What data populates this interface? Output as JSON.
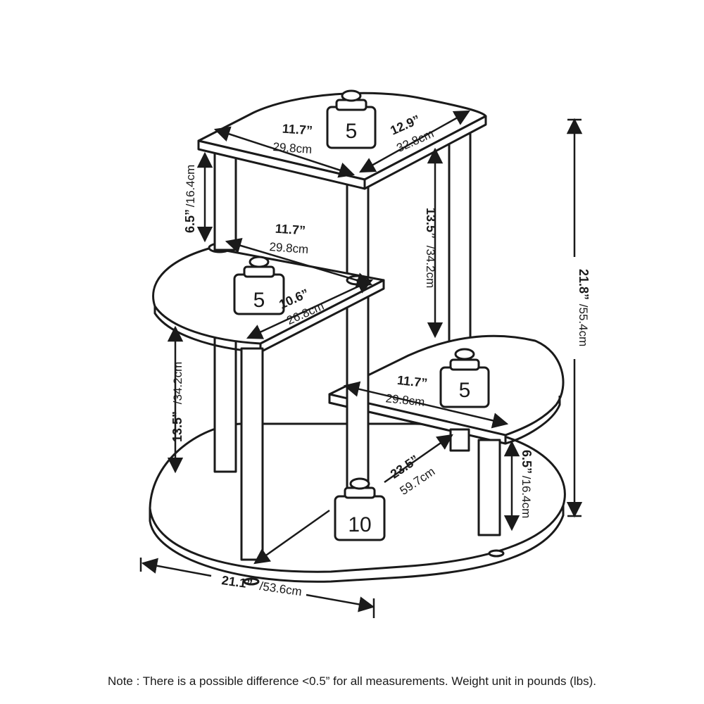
{
  "dimensions": {
    "top_width": {
      "in": "11.7”",
      "cm": "29.8cm"
    },
    "top_depth": {
      "in": "12.9”",
      "cm": "32.8cm"
    },
    "top_gap": {
      "in": "6.5”",
      "cm": "/16.4cm"
    },
    "mid_width": {
      "in": "11.7”",
      "cm": "29.8cm"
    },
    "mid_depth": {
      "in": "10.6”",
      "cm": "26.8cm"
    },
    "mid_height": {
      "in": "13.5”",
      "cm": "/34.2cm"
    },
    "right_height": {
      "in": "13.5”",
      "cm": "/34.2cm"
    },
    "low_width": {
      "in": "11.7”",
      "cm": "29.8cm"
    },
    "low_gap": {
      "in": "6.5”",
      "cm": "/16.4cm"
    },
    "base_depth": {
      "in": "23.5”",
      "cm": "59.7cm"
    },
    "total_height": {
      "in": "21.8”",
      "cm": "/55.4cm"
    },
    "total_width": {
      "in": "21.1”",
      "cm": "/53.6cm"
    }
  },
  "weights": {
    "top": "5",
    "middle": "5",
    "right": "5",
    "bottom": "10"
  },
  "note": "Note : There is a possible difference <0.5” for all measurements. Weight unit in pounds (lbs)."
}
